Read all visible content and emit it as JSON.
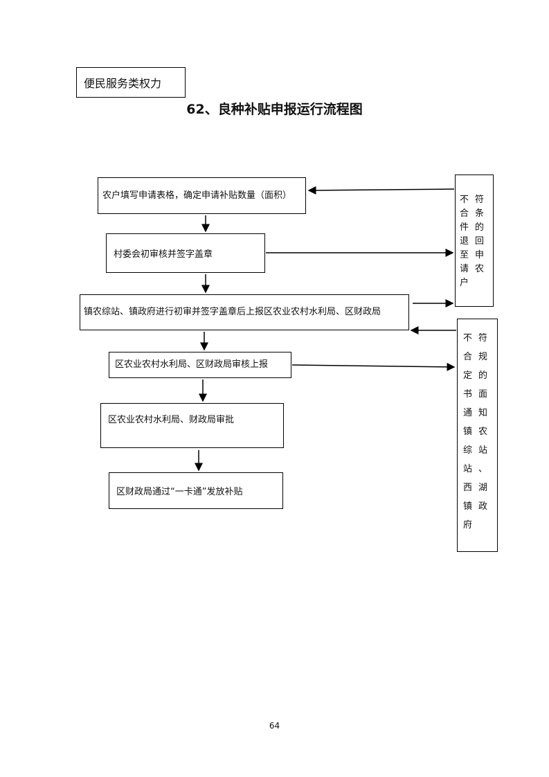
{
  "category_label": "便民服务类权力",
  "title": "62、良种补贴申报运行流程图",
  "steps": [
    "农户填写申请表格，确定申请补贴数量（面积）",
    "村委会初审核并签字盖章",
    "镇农综站、镇政府进行初审并签字盖章后上报区农业农村水利局、区财政局",
    "区农业农村水利局、区财政局审核上报",
    "区农业农村水利局、财政局审批",
    "区财政局通过“一卡通”发放补贴"
  ],
  "reject_boxes": [
    "不符合条件的退回至申请农户",
    "不符合规定的书面通知镇农综站站、西湖镇政府"
  ],
  "page_number": "64"
}
